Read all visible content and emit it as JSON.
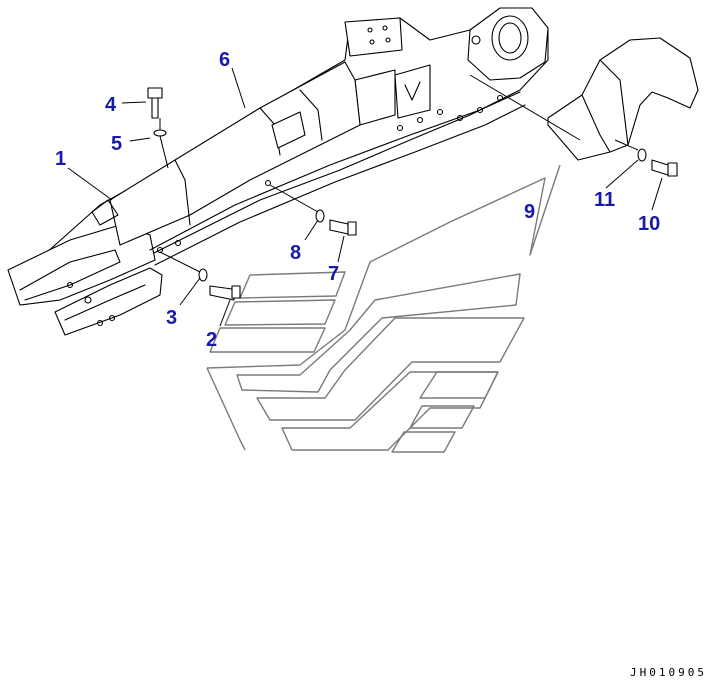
{
  "callouts": [
    {
      "id": "1",
      "part": "frame"
    },
    {
      "id": "2",
      "part": "bolt"
    },
    {
      "id": "3",
      "part": "washer"
    },
    {
      "id": "4",
      "part": "bolt"
    },
    {
      "id": "5",
      "part": "washer"
    },
    {
      "id": "6",
      "part": "cover"
    },
    {
      "id": "7",
      "part": "bolt"
    },
    {
      "id": "8",
      "part": "washer"
    },
    {
      "id": "9",
      "part": "decal"
    },
    {
      "id": "10",
      "part": "bolt"
    },
    {
      "id": "11",
      "part": "washer"
    }
  ],
  "drawing_code": "JH010905",
  "colors": {
    "callout": "#1a1aa8",
    "outline": "#000000",
    "decal": "#7a7a7a"
  }
}
